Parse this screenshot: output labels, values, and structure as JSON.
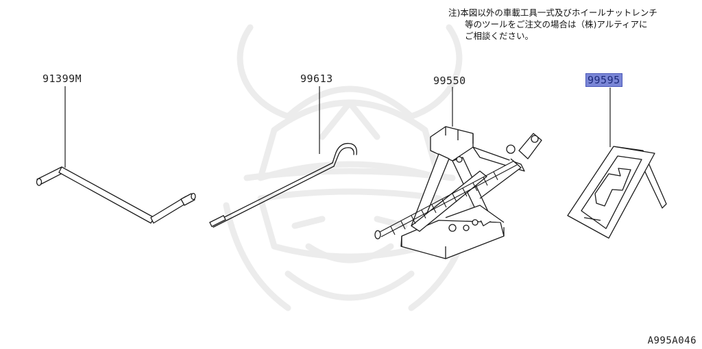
{
  "note": {
    "lines": [
      "注)本図以外の車載工具一式及びホイールナットレンチ",
      "等のツールをご注文の場合は（株)アルティアに",
      "ご相談ください。"
    ]
  },
  "parts": [
    {
      "id": "wrench",
      "label": "91399M"
    },
    {
      "id": "jack-rod",
      "label": "99613"
    },
    {
      "id": "jack",
      "label": "99550"
    },
    {
      "id": "wheel-chock",
      "label": "99595",
      "highlighted": true
    }
  ],
  "figure_code": "A995A046",
  "colors": {
    "line": "#1a1a1a",
    "highlight_fill": "#7a86d6",
    "watermark": "#ececec"
  },
  "icons": [
    "samurai-helmet-watermark"
  ]
}
